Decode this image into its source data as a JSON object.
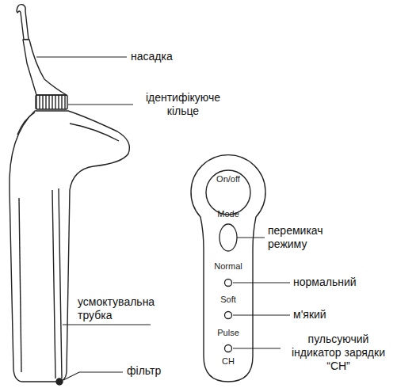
{
  "diagram": {
    "nodes": [
      {
        "text": [
          "Mode",
          "Normal",
          "Soft",
          "Pulse",
          "CH"
        ]
      },
      {
        "text": [
          "On/off"
        ],
        "in": 0
      }
    ],
    "labels": [
      "насадка",
      "ідентифікуюче кільце",
      "усмоктувальна трубка",
      "фільтр",
      "перемикач режиму",
      "нормальний",
      "м'який",
      "пульсуючий індикатор зарядки “CH”"
    ]
  }
}
